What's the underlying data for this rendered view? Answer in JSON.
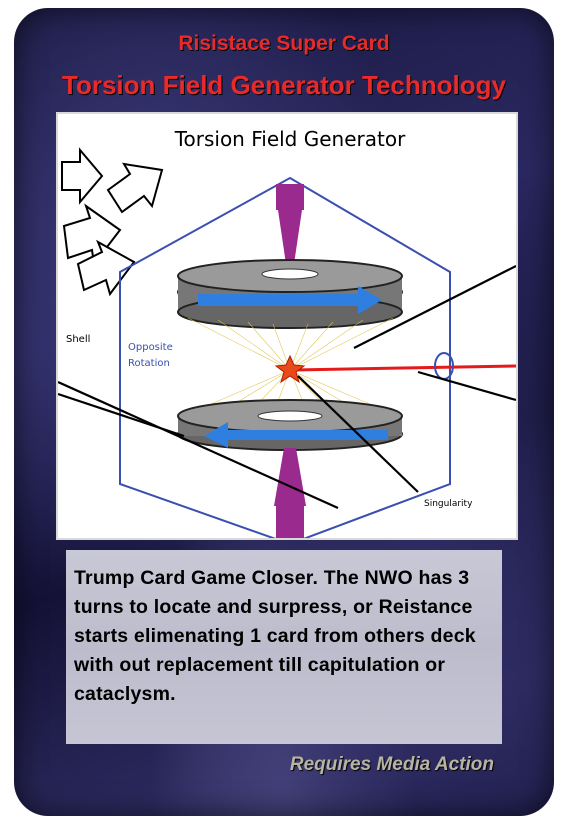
{
  "card": {
    "header": "Risistace Super Card",
    "title": "Torsion Field Generator Technology",
    "illustration": {
      "heading": "Torsion Field Generator",
      "label_shell": "Shell",
      "label_rotation_1": "Opposite",
      "label_rotation_2": "Rotation",
      "label_singularity": "Singularity"
    },
    "body": "Trump Card Game Closer. The NWO has 3 turns to locate and surpress, or Reistance starts elimenating 1 card from others deck with out replacement till capitulation or cataclysm.",
    "footer": "Requires Media Action"
  },
  "colors": {
    "title_red": "#e52b2b",
    "card_bg": "#1a1840",
    "rod_purple": "#9b2a8f",
    "disc_arrow_blue": "#2f7fe0",
    "shell_blue": "#3a4fb0",
    "beam_red": "#e51a1a"
  }
}
